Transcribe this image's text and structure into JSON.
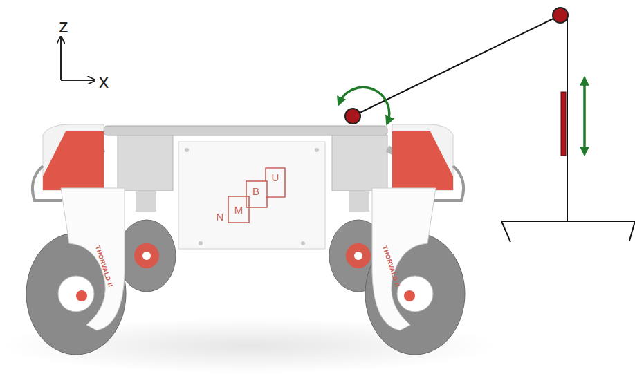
{
  "diagram": {
    "labels": [
      "z",
      "x",
      "N",
      "M",
      "B",
      "U",
      "THORVALD II",
      "THORVALD II"
    ]
  }
}
